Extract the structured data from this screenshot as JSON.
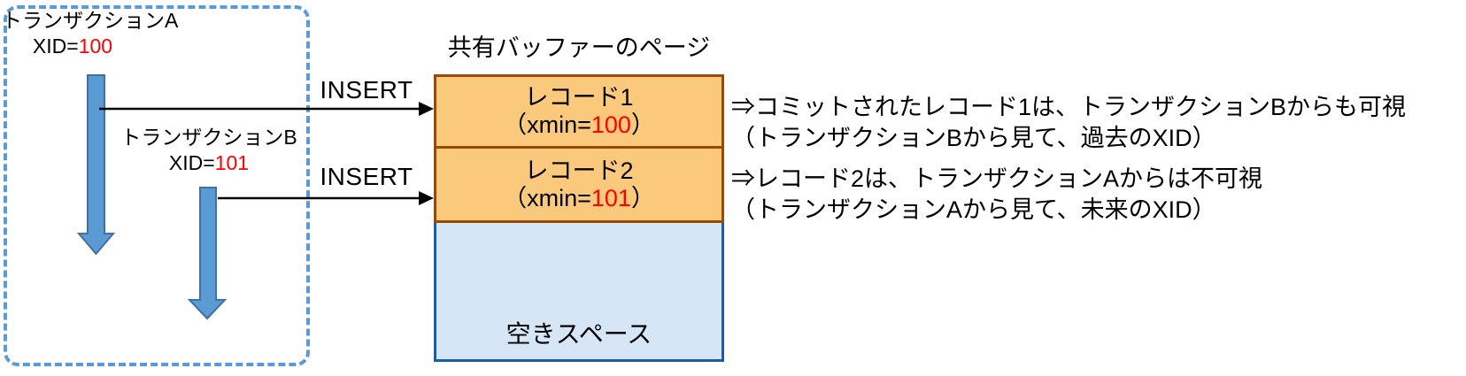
{
  "colors": {
    "timeline_arrow_fill": "#5B9BD5",
    "timeline_arrow_border": "#41719C",
    "dashed_box_border": "#5B9BD5",
    "record_fill": "#FAC97C",
    "record_border": "#9A4A08",
    "free_space_fill": "#D6E6F6",
    "free_space_border": "#1B5EA8",
    "highlight_red": "#FF0000",
    "text_black": "#000000"
  },
  "transactions": {
    "a": {
      "label": "トランザクションA",
      "xid_prefix": "XID=",
      "xid": "100"
    },
    "b": {
      "label": "トランザクションB",
      "xid_prefix": "XID=",
      "xid": "101"
    }
  },
  "insert_arrows": {
    "label1": "INSERT",
    "label2": "INSERT"
  },
  "buffer": {
    "title": "共有バッファーのページ",
    "records": [
      {
        "name": "レコード1",
        "xmin_prefix": "（xmin=",
        "xmin": "100",
        "suffix": "）"
      },
      {
        "name": "レコード2",
        "xmin_prefix": "（xmin=",
        "xmin": "101",
        "suffix": "）"
      }
    ],
    "free_space": "空きスペース"
  },
  "notes": [
    {
      "line1": "⇒コミットされたレコード1は、トランザクションBからも可視",
      "line2": "（トランザクションBから見て、過去のXID）"
    },
    {
      "line1": "⇒レコード2は、トランザクションAからは不可視",
      "line2": "（トランザクションAから見て、未来のXID）"
    }
  ]
}
